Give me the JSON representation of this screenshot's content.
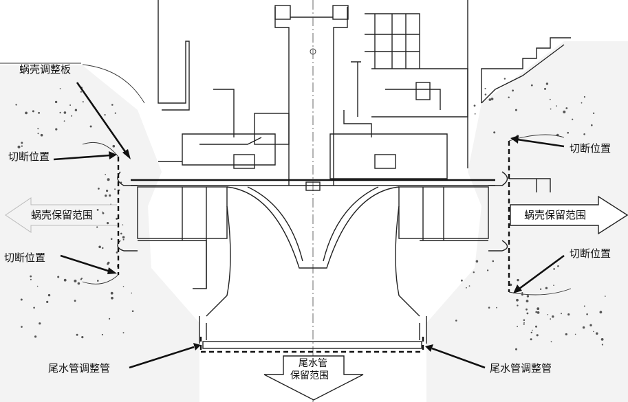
{
  "labels": {
    "spiral_adjust_plate": "蜗壳调整板",
    "cut_position_top_left": "切断位置",
    "cut_position_bottom_left": "切断位置",
    "cut_position_top_right": "切断位置",
    "cut_position_bottom_right": "切断位置",
    "spiral_retain_left": "蜗壳保留范围",
    "spiral_retain_right": "蜗壳保留范围",
    "draft_tube_adjust_left": "尾水管调整管",
    "draft_tube_adjust_right": "尾水管调整管",
    "draft_tube_retain_line1": "尾水管",
    "draft_tube_retain_line2": "保留范围"
  }
}
